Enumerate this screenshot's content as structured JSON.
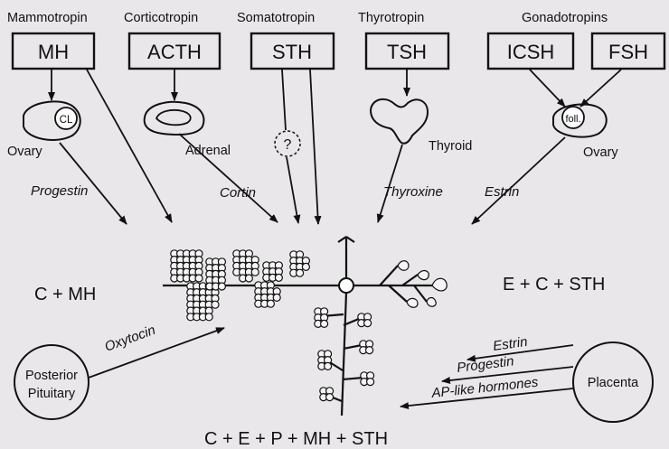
{
  "hormones": [
    {
      "group": "Mammotropin",
      "abbr": "MH"
    },
    {
      "group": "Corticotropin",
      "abbr": "ACTH"
    },
    {
      "group": "Somatotropin",
      "abbr": "STH"
    },
    {
      "group": "Thyrotropin",
      "abbr": "TSH"
    },
    {
      "group": "Gonadotropins",
      "abbr_a": "ICSH",
      "abbr_b": "FSH"
    }
  ],
  "organs": {
    "ovary_left": "Ovary",
    "corpus_luteum": "CL",
    "adrenal": "Adrenal",
    "unknown": "?",
    "thyroid": "Thyroid",
    "follicle": "foll.",
    "ovary_right": "Ovary"
  },
  "secretions": {
    "progestin": "Progestin",
    "cortin": "Cortin",
    "thyroxine": "Thyroxine",
    "estrin": "Estrin"
  },
  "formulas": {
    "left": "C + MH",
    "right": "E + C + STH",
    "bottom": "C + E + P + MH + STH"
  },
  "posterior": {
    "line1": "Posterior",
    "line2": "Pituitary",
    "hormone": "Oxytocin"
  },
  "placenta": {
    "label": "Placenta",
    "estrin": "Estrin",
    "progestin": "Progestin",
    "ap_like": "AP-like hormones"
  }
}
